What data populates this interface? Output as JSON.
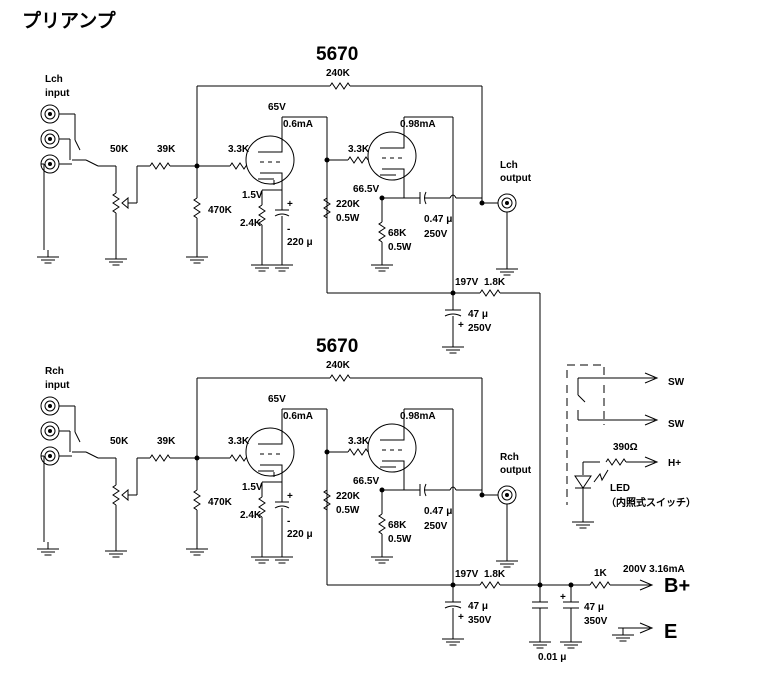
{
  "title": "プリアンプ",
  "channels": [
    {
      "tube": "5670",
      "input_label": [
        "Lch",
        "input"
      ],
      "output_label": [
        "Lch",
        "output"
      ],
      "feedback_res": "240K",
      "volume": "50K",
      "series_res": "39K",
      "grid_res": "470K",
      "grid_stop_1": "3.3K",
      "grid_stop_2": "3.3K",
      "plate_v": "65V",
      "current_1": "0.6mA",
      "current_2": "0.98mA",
      "cathode_v": "1.5V",
      "cathode_res": "2.4K",
      "bypass_cap": "220 μ",
      "plate_load": [
        "220K",
        "0.5W"
      ],
      "grid2_v": "66.5V",
      "cathode_res_2": [
        "68K",
        "0.5W"
      ],
      "coupling_cap": [
        "0.47 μ",
        "250V"
      ],
      "supply_v": "197V",
      "supply_res": "1.8K",
      "filter_cap": [
        "47 μ",
        "250V"
      ]
    },
    {
      "tube": "5670",
      "input_label": [
        "Rch",
        "input"
      ],
      "output_label": [
        "Rch",
        "output"
      ],
      "feedback_res": "240K",
      "volume": "50K",
      "series_res": "39K",
      "grid_res": "470K",
      "grid_stop_1": "3.3K",
      "grid_stop_2": "3.3K",
      "plate_v": "65V",
      "current_1": "0.6mA",
      "current_2": "0.98mA",
      "cathode_v": "1.5V",
      "cathode_res": "2.4K",
      "bypass_cap": "220 μ",
      "plate_load": [
        "220K",
        "0.5W"
      ],
      "grid2_v": "66.5V",
      "cathode_res_2": [
        "68K",
        "0.5W"
      ],
      "coupling_cap": [
        "0.47 μ",
        "250V"
      ],
      "supply_v": "197V",
      "supply_res": "1.8K",
      "filter_cap": [
        "47 μ",
        "350V"
      ]
    }
  ],
  "power": {
    "res_1k": "1K",
    "b_plus_spec": "200V 3.16mA",
    "b_plus": "B+",
    "ground": "E",
    "cap_bypass": "0.01 μ",
    "cap_main": [
      "47 μ",
      "350V"
    ]
  },
  "switch_box": {
    "sw1": "SW",
    "sw2": "SW",
    "led_res": "390Ω",
    "heater": "H+",
    "led": "LED",
    "led_note": "（内照式スイッチ）"
  }
}
